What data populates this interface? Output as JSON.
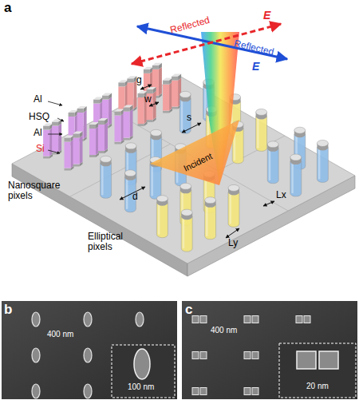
{
  "diagram": {
    "labels": [
      "a",
      "Reflected",
      "E",
      "Reflected",
      "E",
      "Incident",
      "g",
      "w",
      "Al",
      "HSQ",
      "Al",
      "Si",
      "s",
      "d",
      "Nanosquare pixels",
      "Lx",
      "Ly",
      "Elliptical pixels",
      "b",
      "400 nm",
      "100 nm",
      "c",
      "400 nm",
      "20 nm"
    ]
  }
}
